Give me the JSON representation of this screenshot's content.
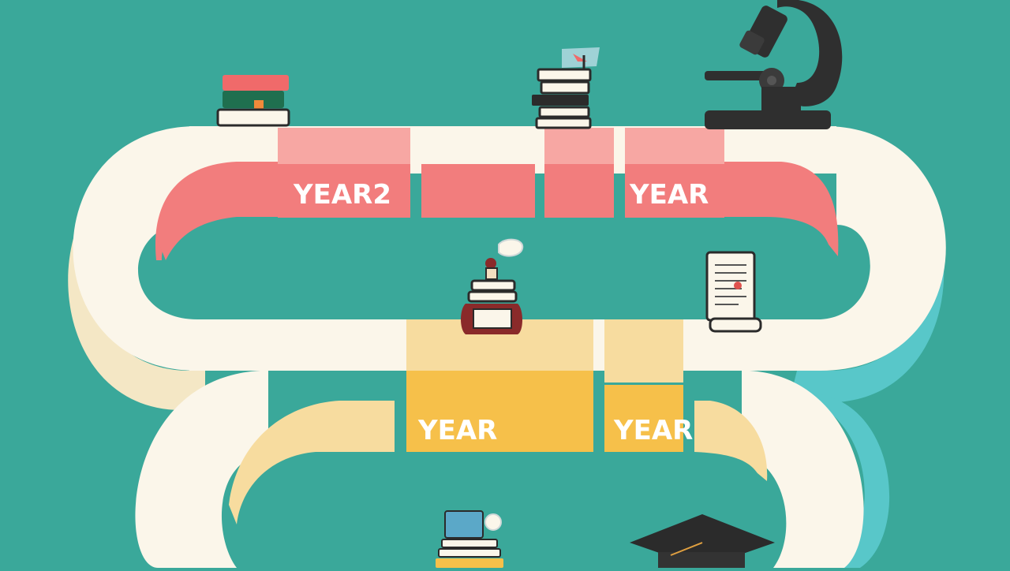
{
  "colors": {
    "background": "#3aa89a",
    "path_cream": "#fbf6ea",
    "path_side": "#f4e7c5",
    "band_red": "#f27d7d",
    "band_red_light": "#f7a7a3",
    "band_yellow": "#f6c04a",
    "band_yellow_light": "#f7dc9f",
    "side_teal": "#58c7c9",
    "label_white": "#ffffff"
  },
  "timeline": {
    "top_row": {
      "labels": [
        "YEAR2",
        "YEAR"
      ]
    },
    "middle_row": {
      "labels": [
        "YEAR",
        "YEAR"
      ]
    }
  },
  "icons": [
    "books-stack-icon",
    "books-flag-icon",
    "microscope-icon",
    "books-flower-icon",
    "diploma-scroll-icon",
    "books-laptop-icon",
    "graduation-cap-icon"
  ]
}
